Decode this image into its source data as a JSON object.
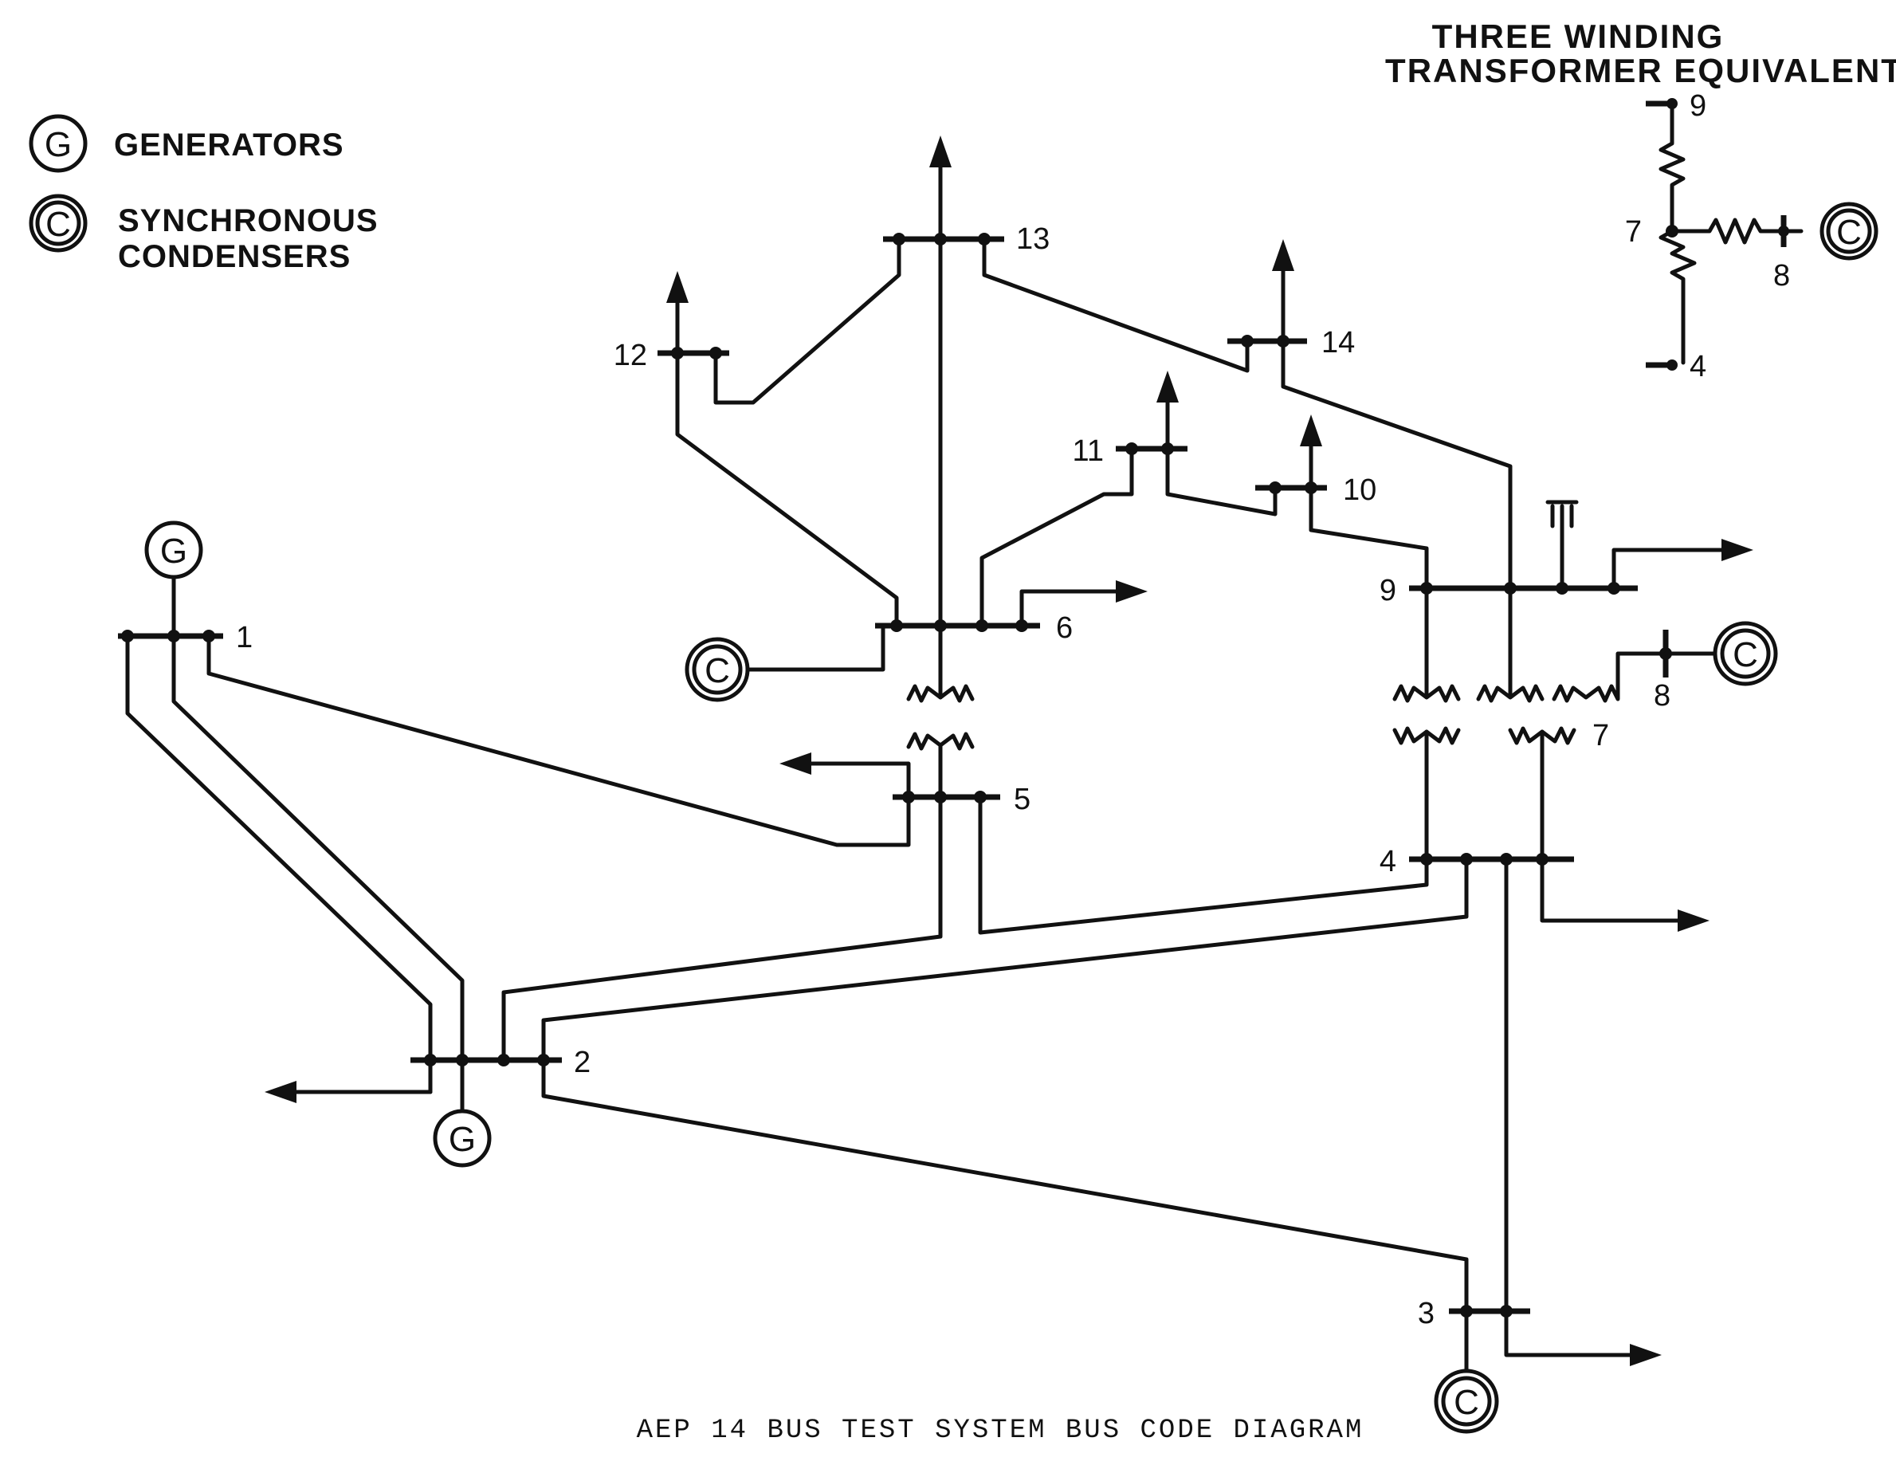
{
  "legend": {
    "generator_symbol": "G",
    "generator_label": "GENERATORS",
    "condenser_symbol": "C",
    "condenser_label_line1": "SYNCHRONOUS",
    "condenser_label_line2": "CONDENSERS"
  },
  "inset": {
    "title_line1": "THREE  WINDING",
    "title_line2": "TRANSFORMER  EQUIVALENT",
    "bus_top": "9",
    "bus_mid": "7",
    "bus_right": "8",
    "bus_bottom": "4"
  },
  "buses": {
    "b1": "1",
    "b2": "2",
    "b3": "3",
    "b4": "4",
    "b5": "5",
    "b6": "6",
    "b7": "7",
    "b8": "8",
    "b9": "9",
    "b10": "10",
    "b11": "11",
    "b12": "12",
    "b13": "13",
    "b14": "14"
  },
  "symbols": {
    "generator": "G",
    "condenser": "C"
  },
  "caption": "AEP 14 BUS TEST SYSTEM BUS CODE DIAGRAM",
  "colors": {
    "ink": "#111111",
    "background": "#ffffff"
  }
}
